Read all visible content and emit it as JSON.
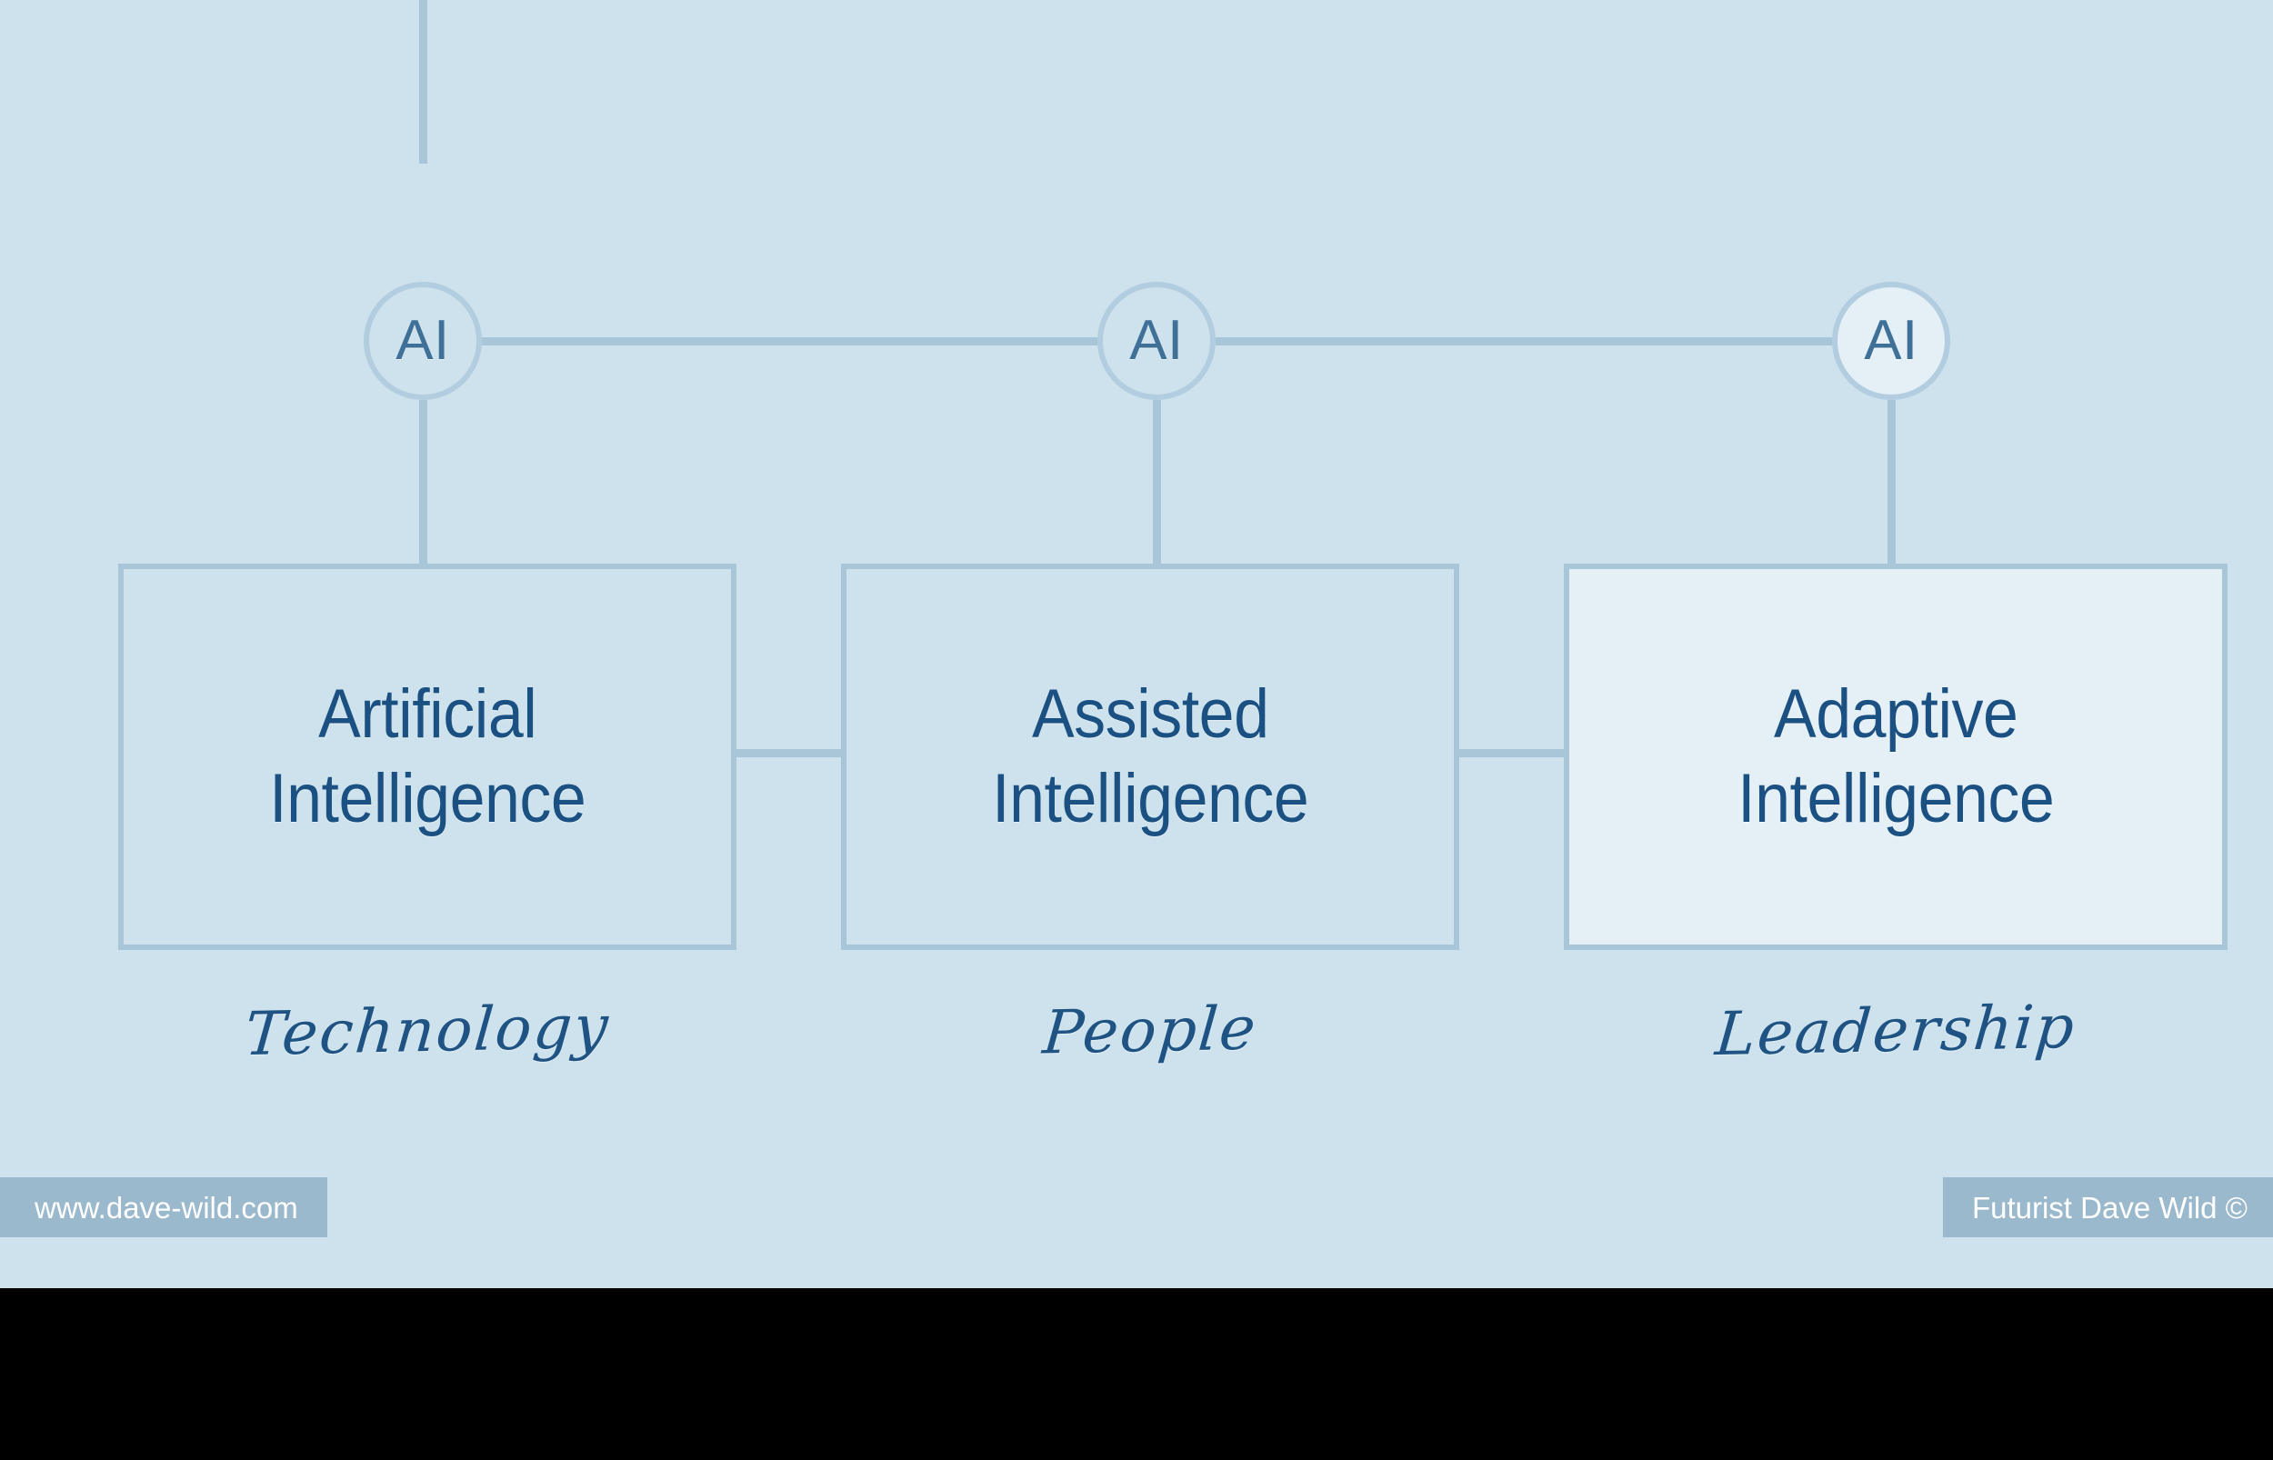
{
  "page": {
    "background_color": "#cde2ec",
    "band_color": "#000000",
    "line_color": "#a9c6d8",
    "accent_text_color": "#1b5182",
    "node_text_color": "#3f7097",
    "highlight_fill": "#e5eff6",
    "badge_color": "#9bb9cc",
    "badge_text_color": "#ffffff"
  },
  "diagram": {
    "type": "three-stage-horizontal-flow",
    "nodes": [
      {
        "id": "node-1",
        "label": "AI",
        "highlighted": false
      },
      {
        "id": "node-2",
        "label": "AI",
        "highlighted": false
      },
      {
        "id": "node-3",
        "label": "AI",
        "highlighted": true
      }
    ],
    "boxes": [
      {
        "id": "box-artificial",
        "line1": "Artificial",
        "line2": "Intelligence",
        "caption": "Technology",
        "highlighted": false
      },
      {
        "id": "box-assisted",
        "line1": "Assisted",
        "line2": "Intelligence",
        "caption": "People",
        "highlighted": false
      },
      {
        "id": "box-adaptive",
        "line1": "Adaptive",
        "line2": "Intelligence",
        "caption": "Leadership",
        "highlighted": true
      }
    ]
  },
  "footer": {
    "website": "www.dave-wild.com",
    "credit": "Futurist Dave Wild ©"
  }
}
